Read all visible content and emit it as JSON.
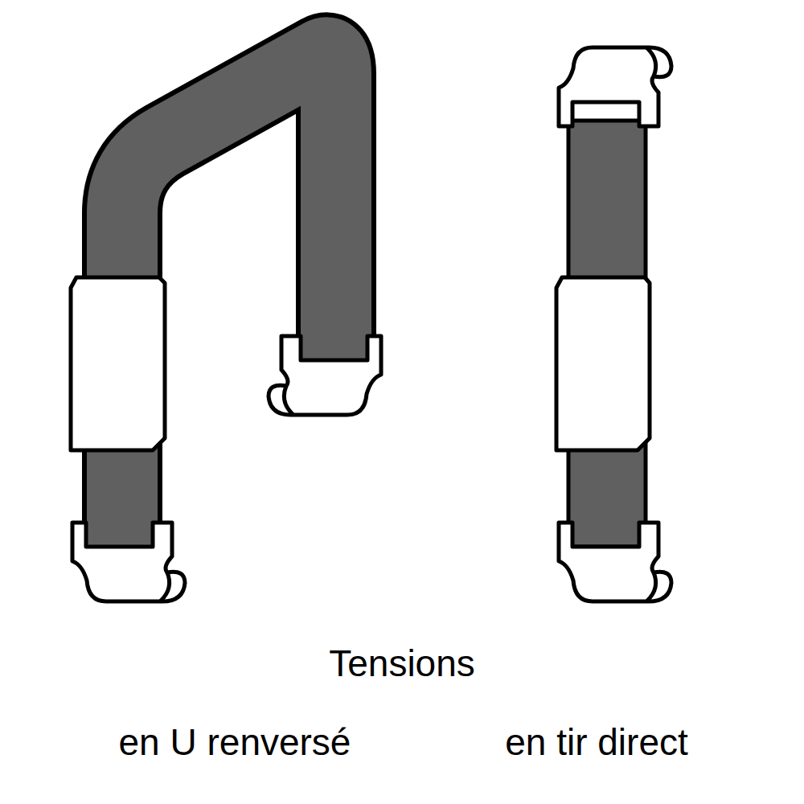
{
  "diagram": {
    "labels": [
      "Tensions",
      "en U renversé",
      "en tir direct"
    ]
  }
}
